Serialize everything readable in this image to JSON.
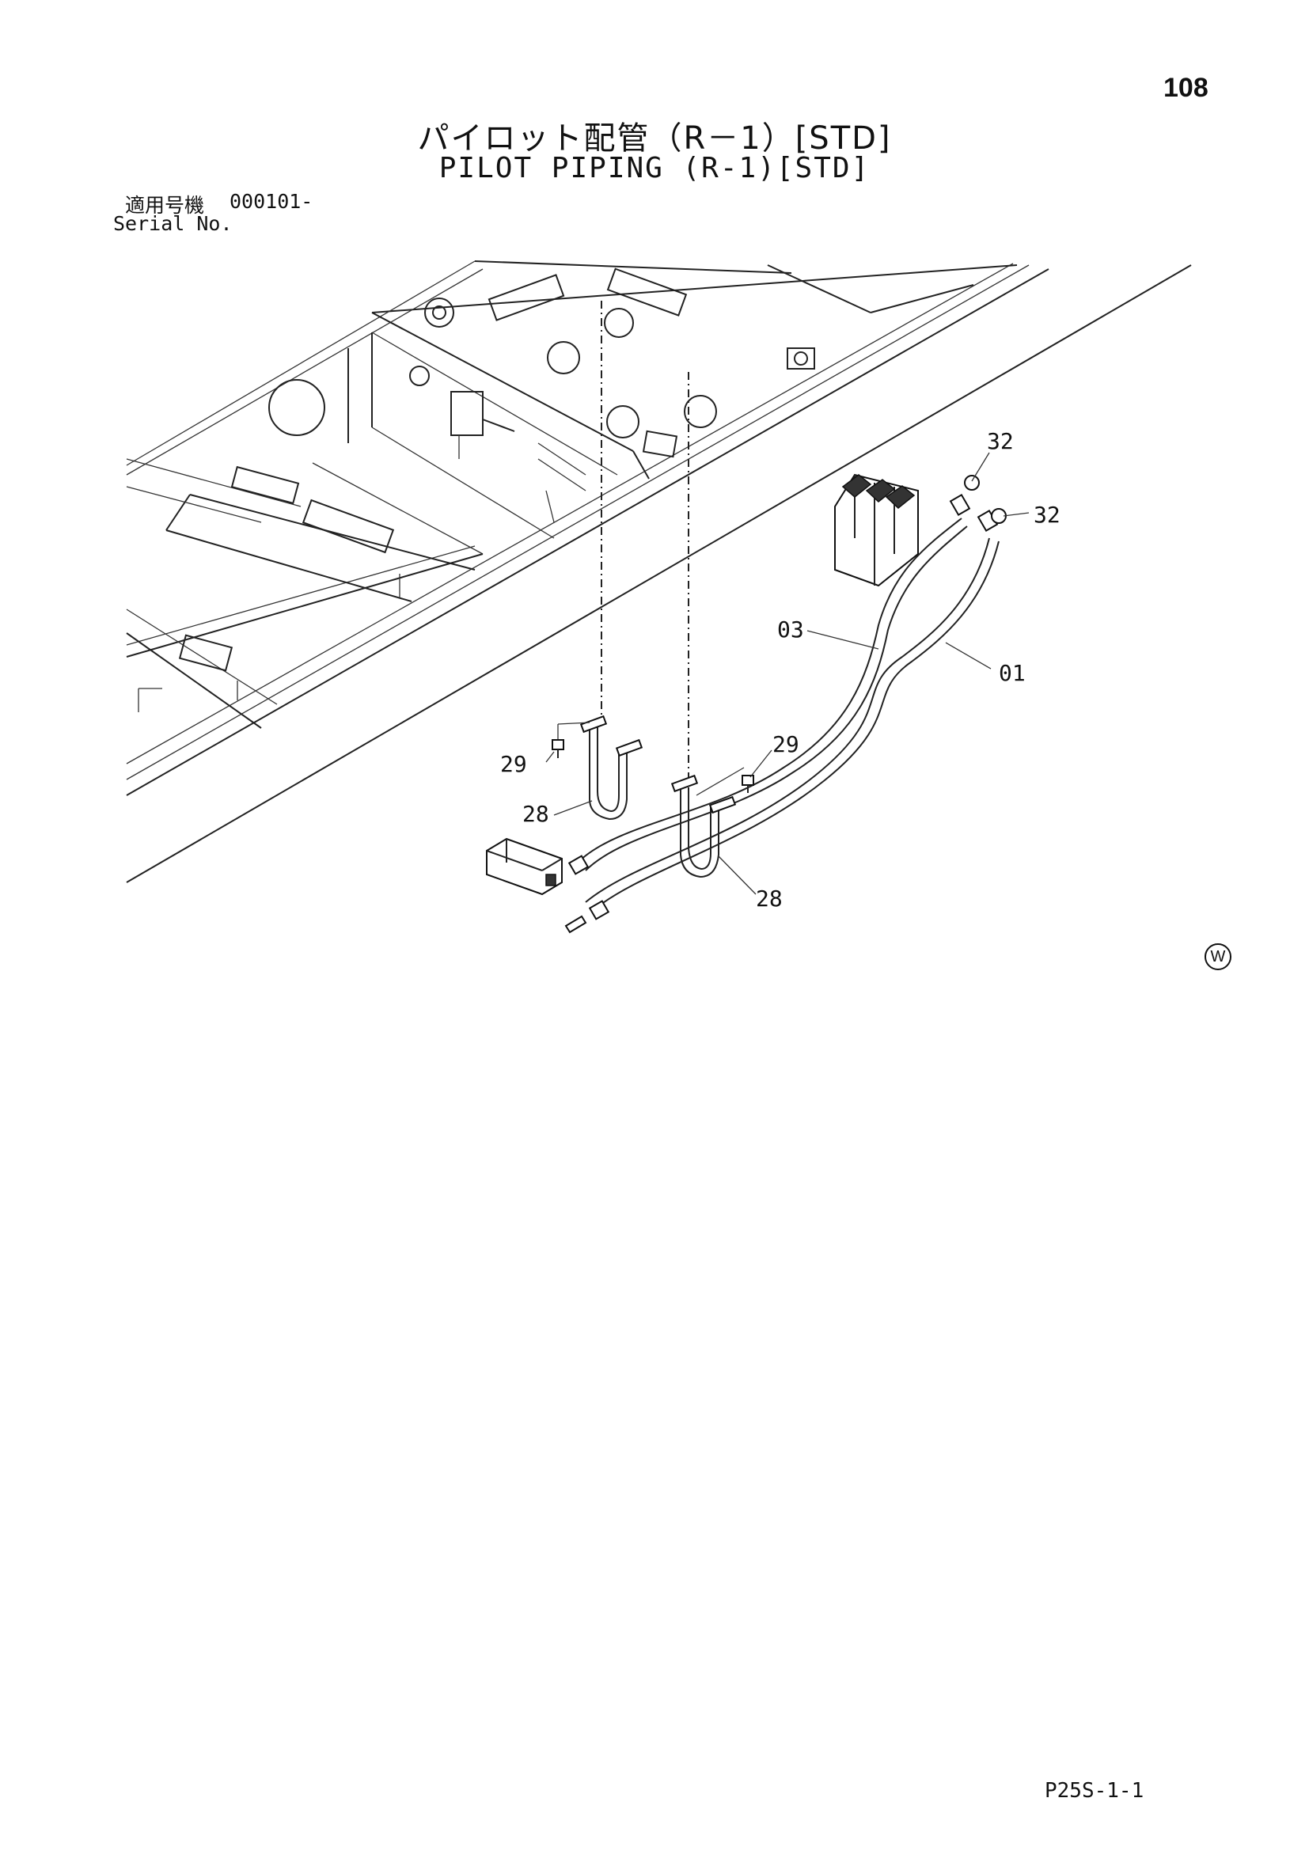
{
  "page_number": "108",
  "title_jp": "パイロット配管（R－1）[STD]",
  "title_en": "PILOT PIPING (R-1)[STD]",
  "serial": {
    "label_jp": "適用号機",
    "label_en": "Serial No.",
    "value": "000101-"
  },
  "callouts": {
    "c32_top": "32",
    "c32_right": "32",
    "c03": "03",
    "c01": "01",
    "c29_left": "29",
    "c29_right": "29",
    "c28_left": "28",
    "c28_right": "28"
  },
  "watermark": "W",
  "footer_code": "P25S-1-1"
}
